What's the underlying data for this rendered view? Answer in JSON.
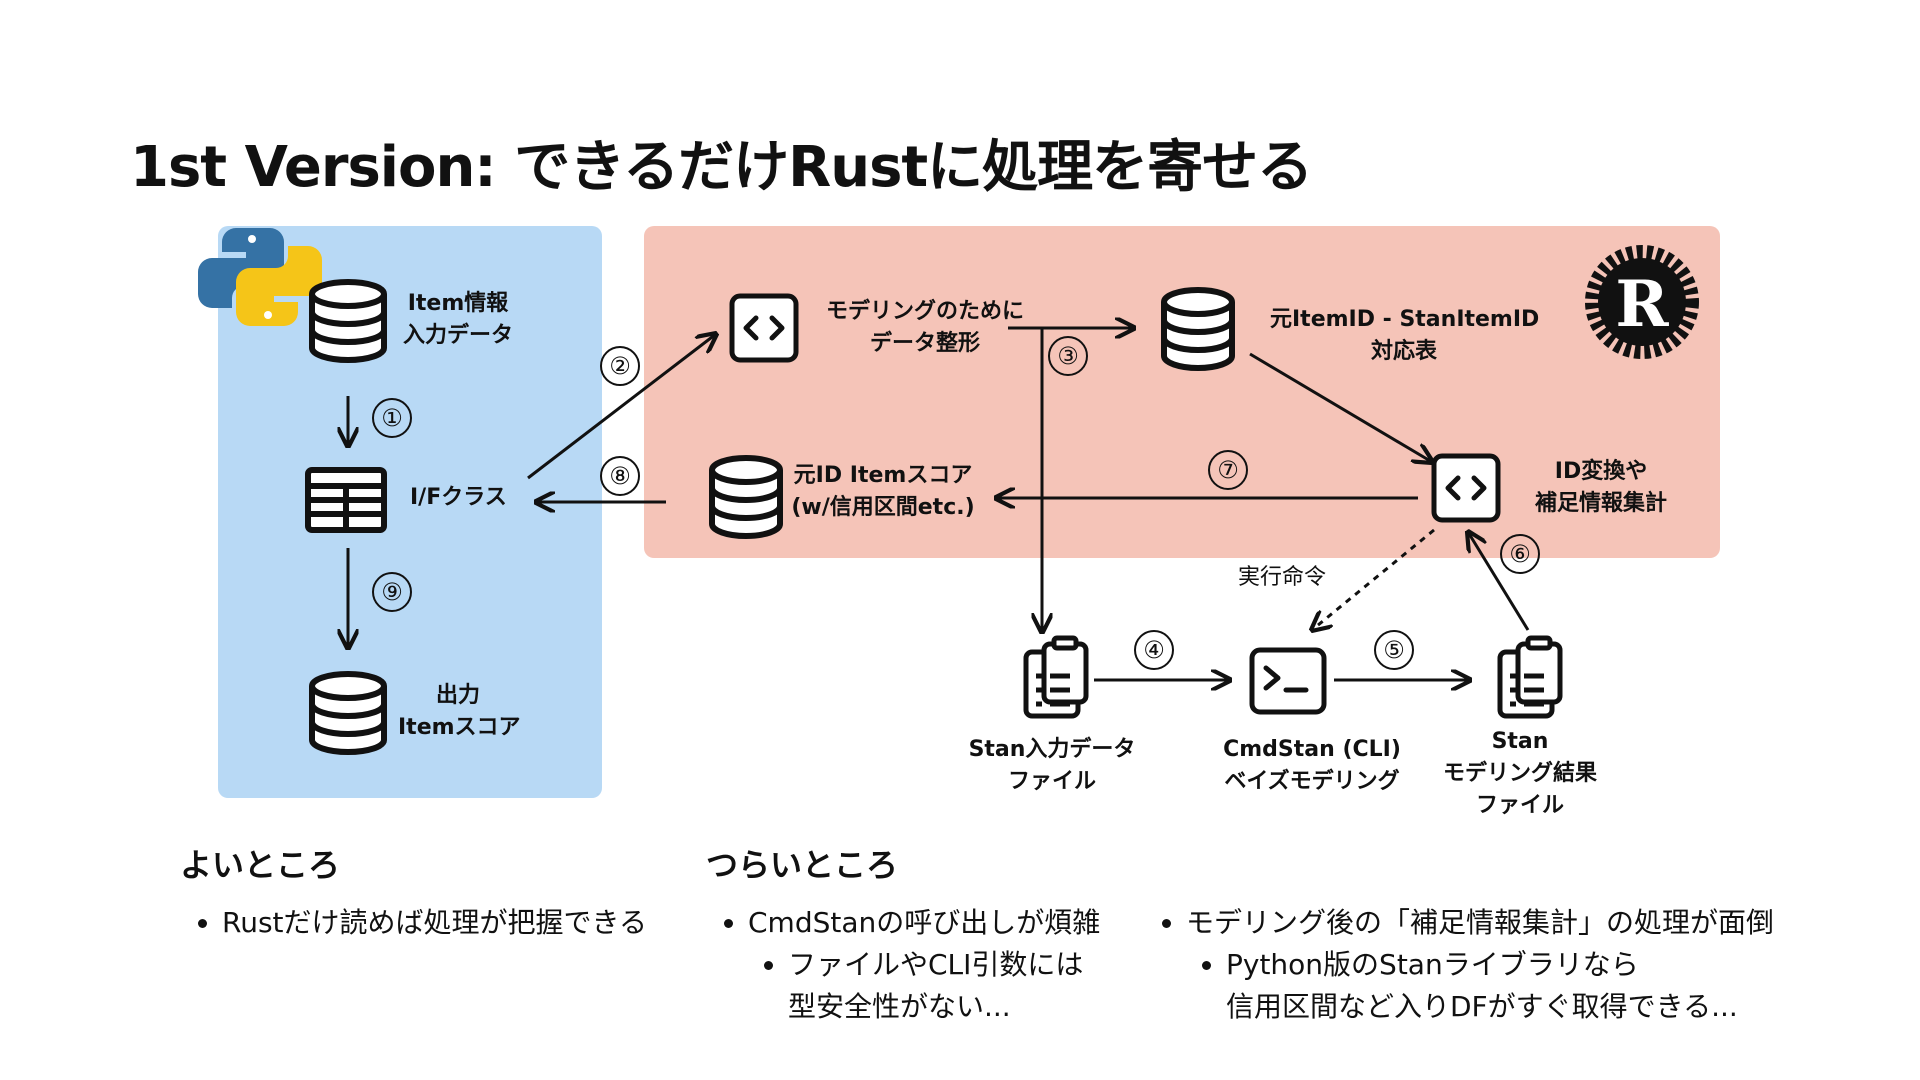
{
  "title": "1st Version: できるだけRustに処理を寄せる",
  "colors": {
    "python_panel": "#b8d9f5",
    "rust_panel": "#f5c4b8",
    "stroke": "#111111"
  },
  "icons": [
    "python-logo-icon",
    "rust-logo-icon",
    "database-icon",
    "table-icon",
    "code-icon",
    "clipboard-icon",
    "terminal-icon"
  ],
  "nodes": {
    "item_input": [
      "Item情報",
      "入力データ"
    ],
    "if_class": [
      "I/Fクラス"
    ],
    "output": [
      "出力",
      "Itemスコア"
    ],
    "format": [
      "モデリングのために",
      "データ整形"
    ],
    "id_table": [
      "元ItemID - StanItemID",
      "対応表"
    ],
    "score": [
      "元ID Itemスコア",
      "(w/信用区間etc.)"
    ],
    "convert": [
      "ID変換や",
      "補足情報集計"
    ],
    "stan_input": [
      "Stan入力データ",
      "ファイル"
    ],
    "cmdstan": [
      "CmdStan (CLI)",
      "ベイズモデリング"
    ],
    "stan_result": [
      "Stan",
      "モデリング結果",
      "ファイル"
    ]
  },
  "exec_label": "実行命令",
  "steps": [
    "①",
    "②",
    "③",
    "④",
    "⑤",
    "⑥",
    "⑦",
    "⑧",
    "⑨"
  ],
  "pros": {
    "heading": "よいところ",
    "items": [
      "Rustだけ読めば処理が把握できる"
    ]
  },
  "cons": {
    "heading": "つらいところ",
    "col1": {
      "item": "CmdStanの呼び出しが煩雑",
      "sub": [
        "ファイルやCLI引数には",
        "型安全性がない..."
      ]
    },
    "col2": {
      "item": "モデリング後の「補足情報集計」の処理が面倒",
      "sub": [
        "Python版のStanライブラリなら",
        "信用区間など入りDFがすぐ取得できる..."
      ]
    }
  }
}
